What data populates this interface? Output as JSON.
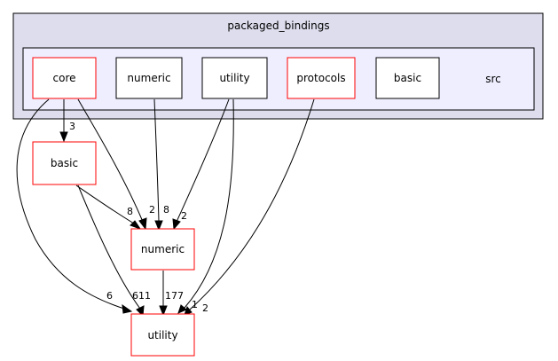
{
  "diagram": {
    "outer_cluster": {
      "label": "packaged_bindings"
    },
    "inner_cluster": {
      "label": "src"
    },
    "nodes": {
      "core": {
        "label": "core",
        "highlight": true
      },
      "numeric_top": {
        "label": "numeric",
        "highlight": false
      },
      "utility_top": {
        "label": "utility",
        "highlight": false
      },
      "protocols": {
        "label": "protocols",
        "highlight": true
      },
      "basic_top": {
        "label": "basic",
        "highlight": false
      },
      "basic": {
        "label": "basic",
        "highlight": true
      },
      "numeric": {
        "label": "numeric",
        "highlight": true
      },
      "utility": {
        "label": "utility",
        "highlight": true
      }
    },
    "edges": {
      "core_basic": {
        "from": "core",
        "to": "basic",
        "weight": "3"
      },
      "core_numeric": {
        "from": "core",
        "to": "numeric",
        "weight": "2"
      },
      "core_utility": {
        "from": "core",
        "to": "utility",
        "weight": "6"
      },
      "numeric_top_numeric": {
        "from": "numeric",
        "to": "numeric",
        "weight": "8"
      },
      "utility_top_numeric": {
        "from": "utility",
        "to": "numeric",
        "weight": "2"
      },
      "utility_top_utility": {
        "from": "utility",
        "to": "utility",
        "weight": "1"
      },
      "protocols_utility": {
        "from": "protocols",
        "to": "utility",
        "weight": "2"
      },
      "basic_numeric": {
        "from": "basic",
        "to": "numeric",
        "weight": "8"
      },
      "basic_utility": {
        "from": "basic",
        "to": "utility",
        "weight": "611"
      },
      "numeric_utility": {
        "from": "numeric",
        "to": "utility",
        "weight": "177"
      }
    },
    "colors": {
      "outer_fill": "#dddded",
      "inner_fill": "#eeeeff",
      "border": "#000000",
      "highlight_border": "#ff0000",
      "node_fill": "#ffffff",
      "edge": "#000000"
    }
  }
}
